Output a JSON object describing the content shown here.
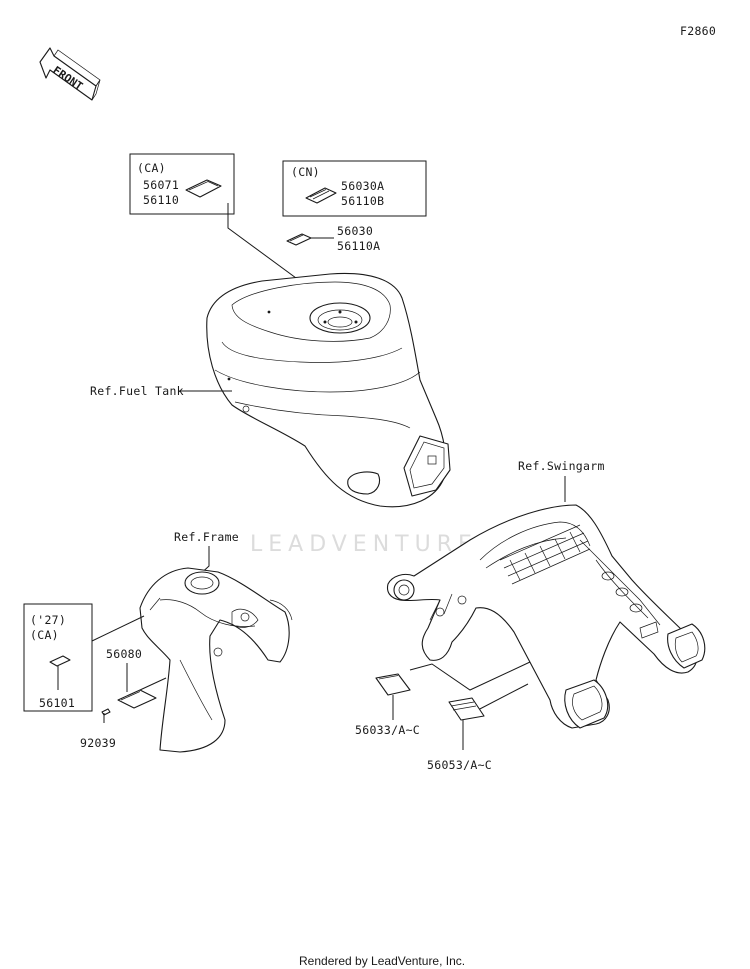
{
  "diagram_code": "F2860",
  "front_label": "FRONT",
  "watermark": "LEADVENTURE",
  "footer": "Rendered by LeadVenture, Inc.",
  "refs": {
    "fuel_tank": "Ref.Fuel Tank",
    "frame": "Ref.Frame",
    "swingarm": "Ref.Swingarm"
  },
  "boxes": {
    "ca": {
      "title": "(CA)",
      "parts": [
        "56071",
        "56110"
      ]
    },
    "cn": {
      "title": "(CN)",
      "parts": [
        "56030A",
        "56110B"
      ]
    },
    "ca27": {
      "title": "('27)",
      "subtitle": "(CA)",
      "parts": [
        "56101"
      ]
    }
  },
  "parts": {
    "tank_label_a": "56030",
    "tank_label_b": "56110A",
    "frame_label": "56080",
    "frame_rivet": "92039",
    "swing_label_1": "56033/A~C",
    "swing_label_2": "56053/A~C"
  }
}
